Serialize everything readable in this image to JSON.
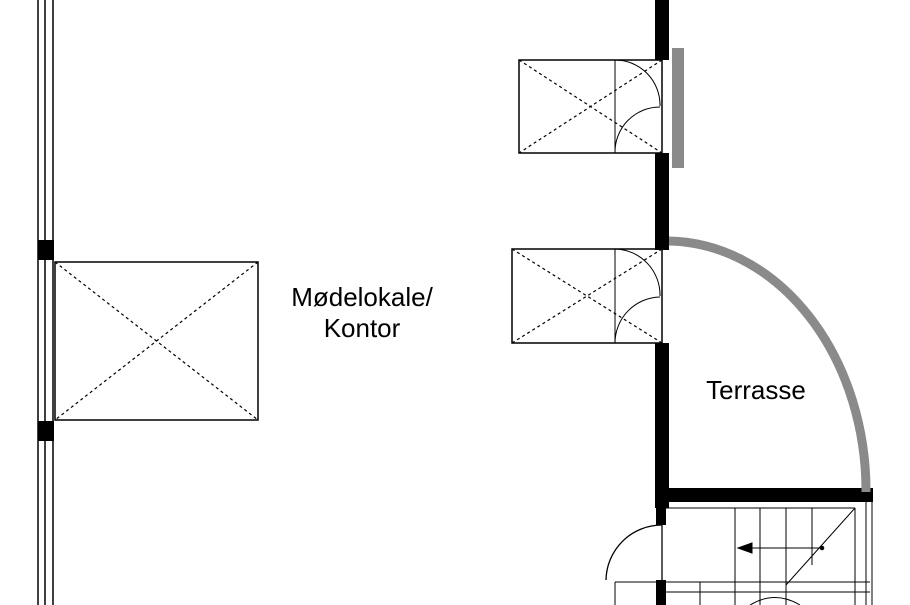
{
  "rooms": {
    "meeting_line1": "Mødelokale/",
    "meeting_line2": "Kontor",
    "terrace": "Terrasse"
  },
  "colors": {
    "wall": "#000000",
    "terrace_rail": "#8a8a8a",
    "background": "#ffffff"
  }
}
